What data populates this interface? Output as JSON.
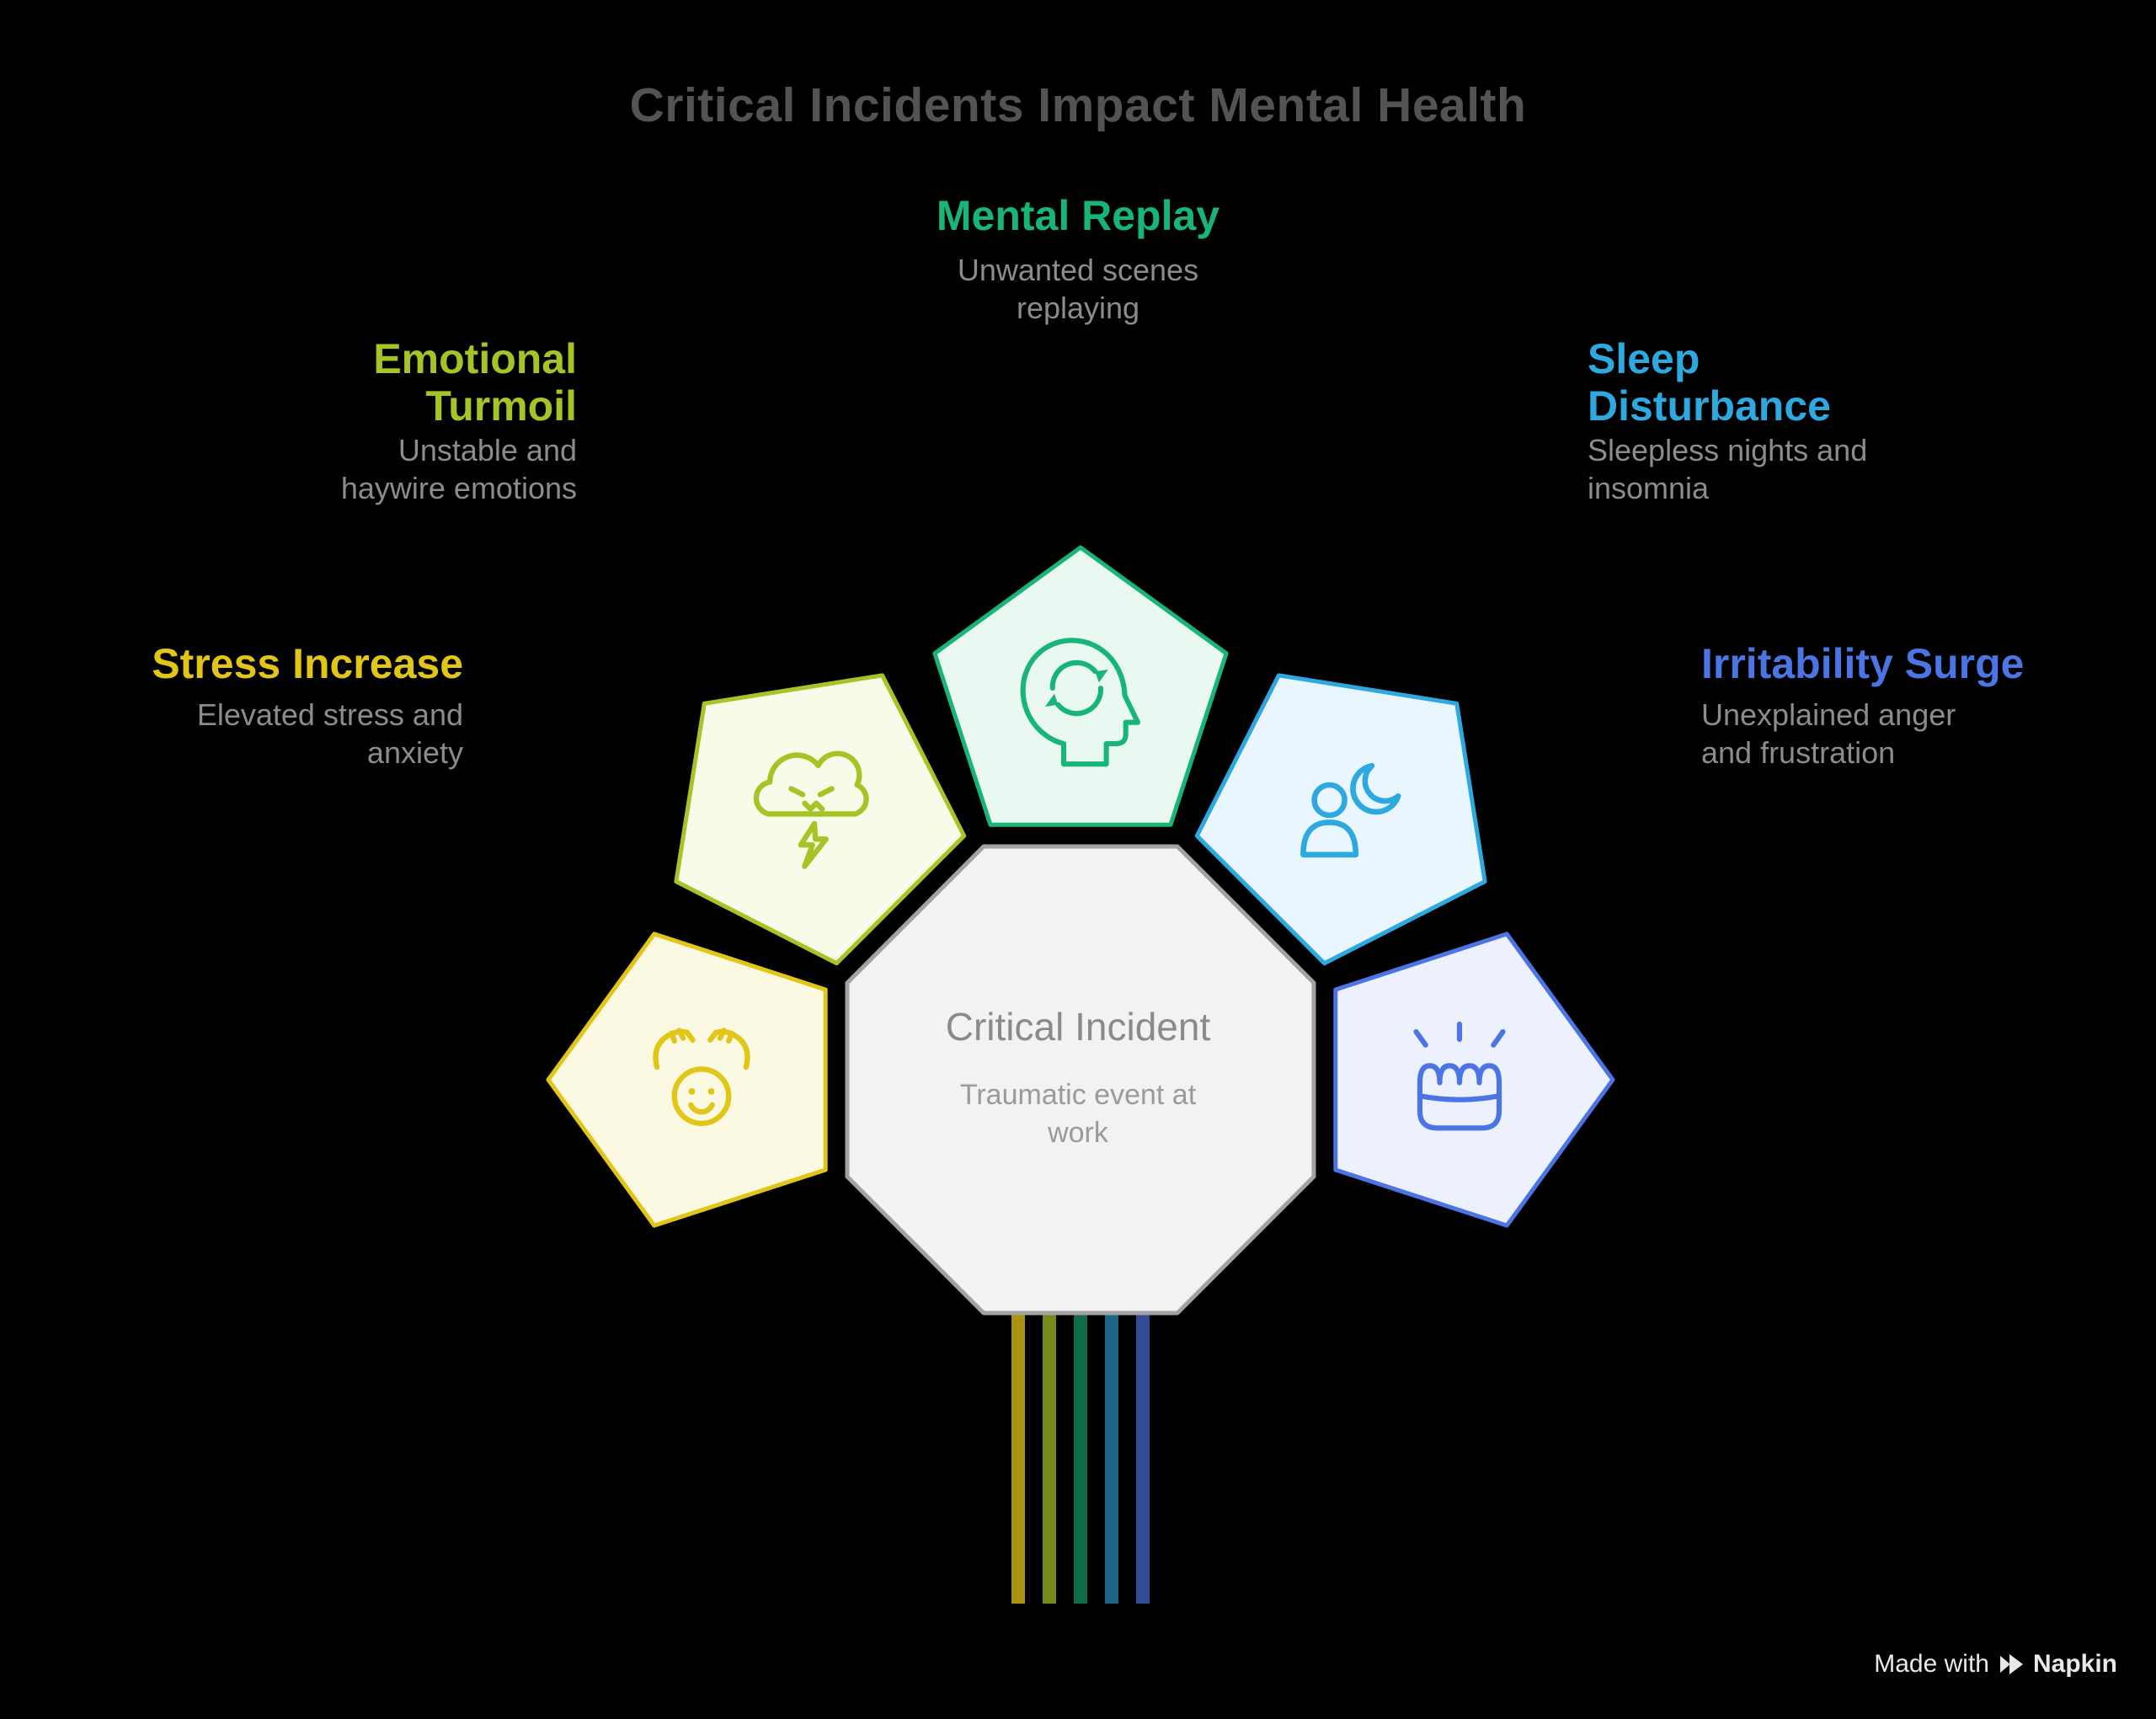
{
  "title": "Critical Incidents Impact Mental Health",
  "center": {
    "title": "Critical Incident",
    "subtitle": "Traumatic event at\nwork"
  },
  "nodes": [
    {
      "id": "mental-replay",
      "label": "Mental Replay",
      "description": "Unwanted scenes\nreplaying",
      "icon": "head-replay-icon",
      "accent": "#17b577",
      "fill": "#e9f8f0"
    },
    {
      "id": "emotional-turmoil",
      "label": "Emotional\nTurmoil",
      "description": "Unstable and\nhaywire emotions",
      "icon": "storm-cloud-icon",
      "accent": "#a5c426",
      "fill": "#f7fbe7"
    },
    {
      "id": "stress-increase",
      "label": "Stress Increase",
      "description": "Elevated stress and\nanxiety",
      "icon": "hands-on-head-icon",
      "accent": "#e1c517",
      "fill": "#fcf9e2"
    },
    {
      "id": "sleep-disturbance",
      "label": "Sleep\nDisturbance",
      "description": "Sleepless nights and\ninsomnia",
      "icon": "person-moon-icon",
      "accent": "#2ea9e0",
      "fill": "#e9f6fd"
    },
    {
      "id": "irritability-surge",
      "label": "Irritability Surge",
      "description": "Unexplained anger\nand frustration",
      "icon": "fist-icon",
      "accent": "#4b74e4",
      "fill": "#ecf1fd"
    }
  ],
  "palette": {
    "background": "#000000",
    "title_text": "#535353",
    "muted_text": "#8c8c8c",
    "octagon_fill": "#f2f2f2",
    "octagon_stroke": "#a2a2a2",
    "center_title_text": "#8a8a8a",
    "center_subtitle_text": "#9a9a9a",
    "watermark_text": "#e9e9e9"
  },
  "watermark": {
    "prefix": "Made with",
    "brand": "Napkin"
  }
}
